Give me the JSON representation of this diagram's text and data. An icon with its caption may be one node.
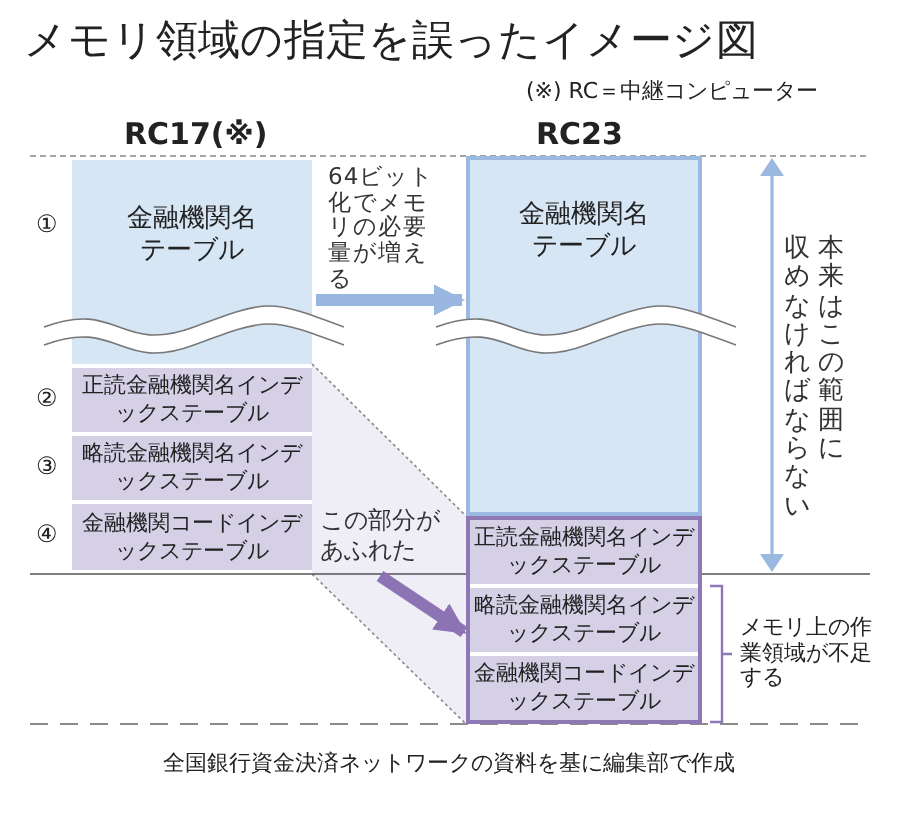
{
  "diagram": {
    "title": "メモリ領域の指定を誤ったイメージ図",
    "caption": "全国銀行資金決済ネットワークの資料を基に編集部で作成",
    "nodes": [
      {
        "text": [
          "金融機関名テーブル"
        ]
      },
      {
        "text": [
          "正読金融機関名インデックステーブル"
        ]
      },
      {
        "text": [
          "略読金融機関名インデックステーブル"
        ]
      },
      {
        "text": [
          "金融機関コードインデックステーブル"
        ]
      },
      {
        "text": [
          "金融機関名テーブル"
        ]
      },
      {
        "text": [],
        "shape": "box"
      },
      {
        "text": [
          "正読金融機関名インデックステーブル"
        ],
        "in": 5
      },
      {
        "text": [
          "略読金融機関名インデックステーブル"
        ],
        "in": 5
      },
      {
        "text": [
          "金融機関コードインデックステーブル"
        ],
        "in": 5
      },
      {
        "text": [
          "この部分があふれた"
        ]
      }
    ],
    "edges": [
      {
        "from": 0,
        "to": 4,
        "arrow": "to",
        "label": "64ビット化でメモリの必要量が増える",
        "color": "#98b6e0"
      },
      {
        "from": 9,
        "to": 5,
        "arrow": "to",
        "color": "#8c74b4"
      }
    ],
    "labels": [
      "(※) RC＝中継コンピューター",
      "RC17(※)",
      "RC23",
      "①",
      "②",
      "③",
      "④",
      "本来はこの範囲に",
      "収めなければならない",
      "メモリ上の作業領域が不足する"
    ]
  }
}
